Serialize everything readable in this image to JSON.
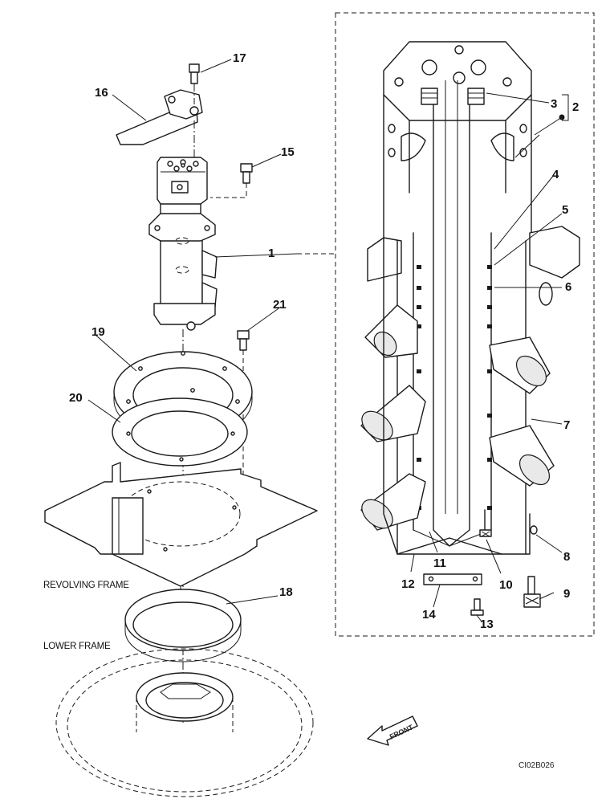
{
  "callouts": {
    "c1": "1",
    "c2": "2",
    "c3": "3",
    "c4": "4",
    "c5": "5",
    "c6": "6",
    "c7": "7",
    "c8": "8",
    "c9": "9",
    "c10": "10",
    "c11": "11",
    "c12": "12",
    "c13": "13",
    "c14": "14",
    "c15": "15",
    "c16": "16",
    "c17": "17",
    "c18": "18",
    "c19": "19",
    "c20": "20",
    "c21": "21"
  },
  "labels": {
    "revolving_frame": "REVOLVING FRAME",
    "lower_frame": "LOWER FRAME",
    "front": "FRONT",
    "drawing_code": "CI02B026"
  },
  "icons": {
    "front_arrow": "front-arrow-icon",
    "bracket": "bracket-icon"
  }
}
